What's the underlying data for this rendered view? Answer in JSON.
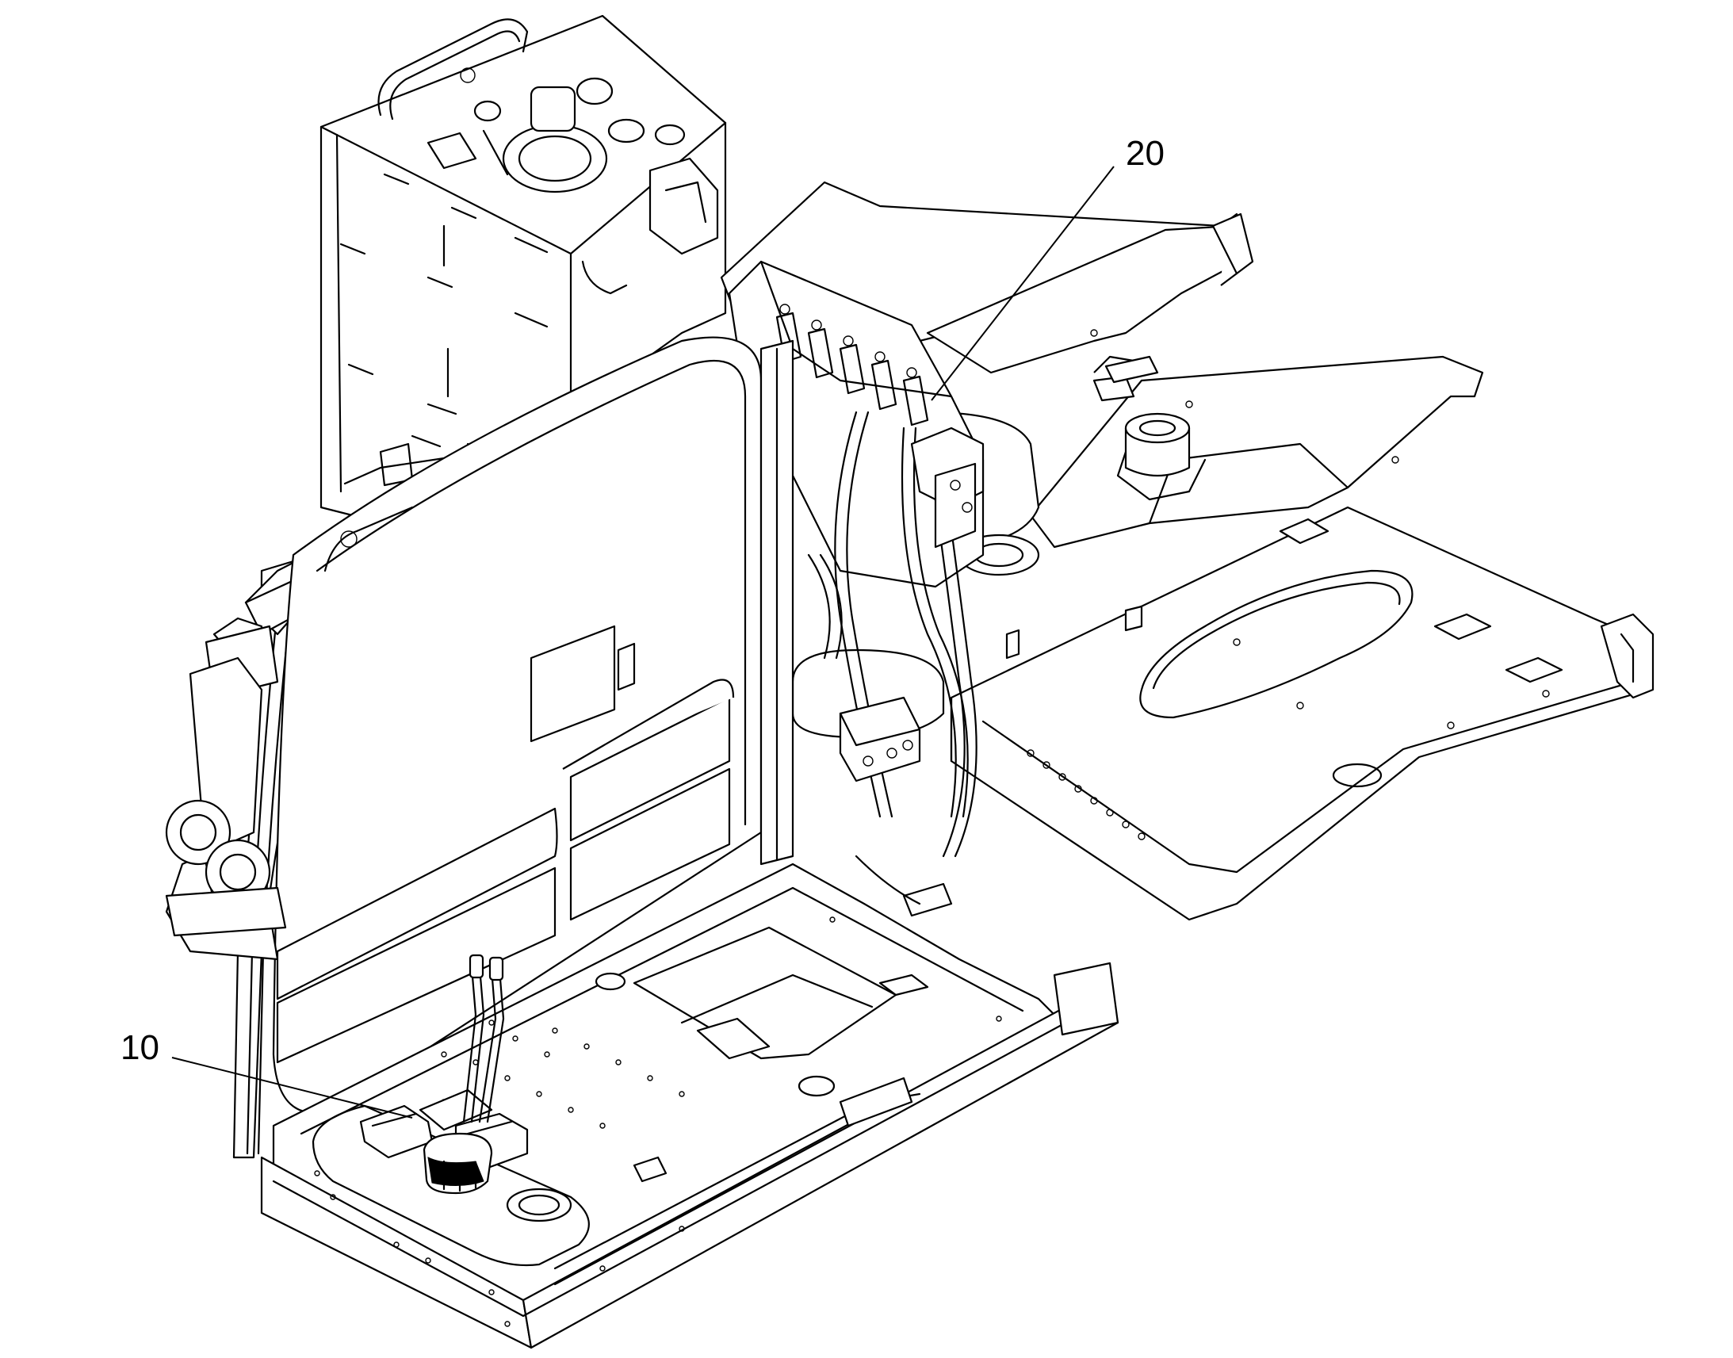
{
  "callouts": [
    {
      "id": "callout-10",
      "text": "10"
    },
    {
      "id": "callout-20",
      "text": "20"
    }
  ],
  "colors": {
    "line": "#000000",
    "background": "#ffffff"
  }
}
